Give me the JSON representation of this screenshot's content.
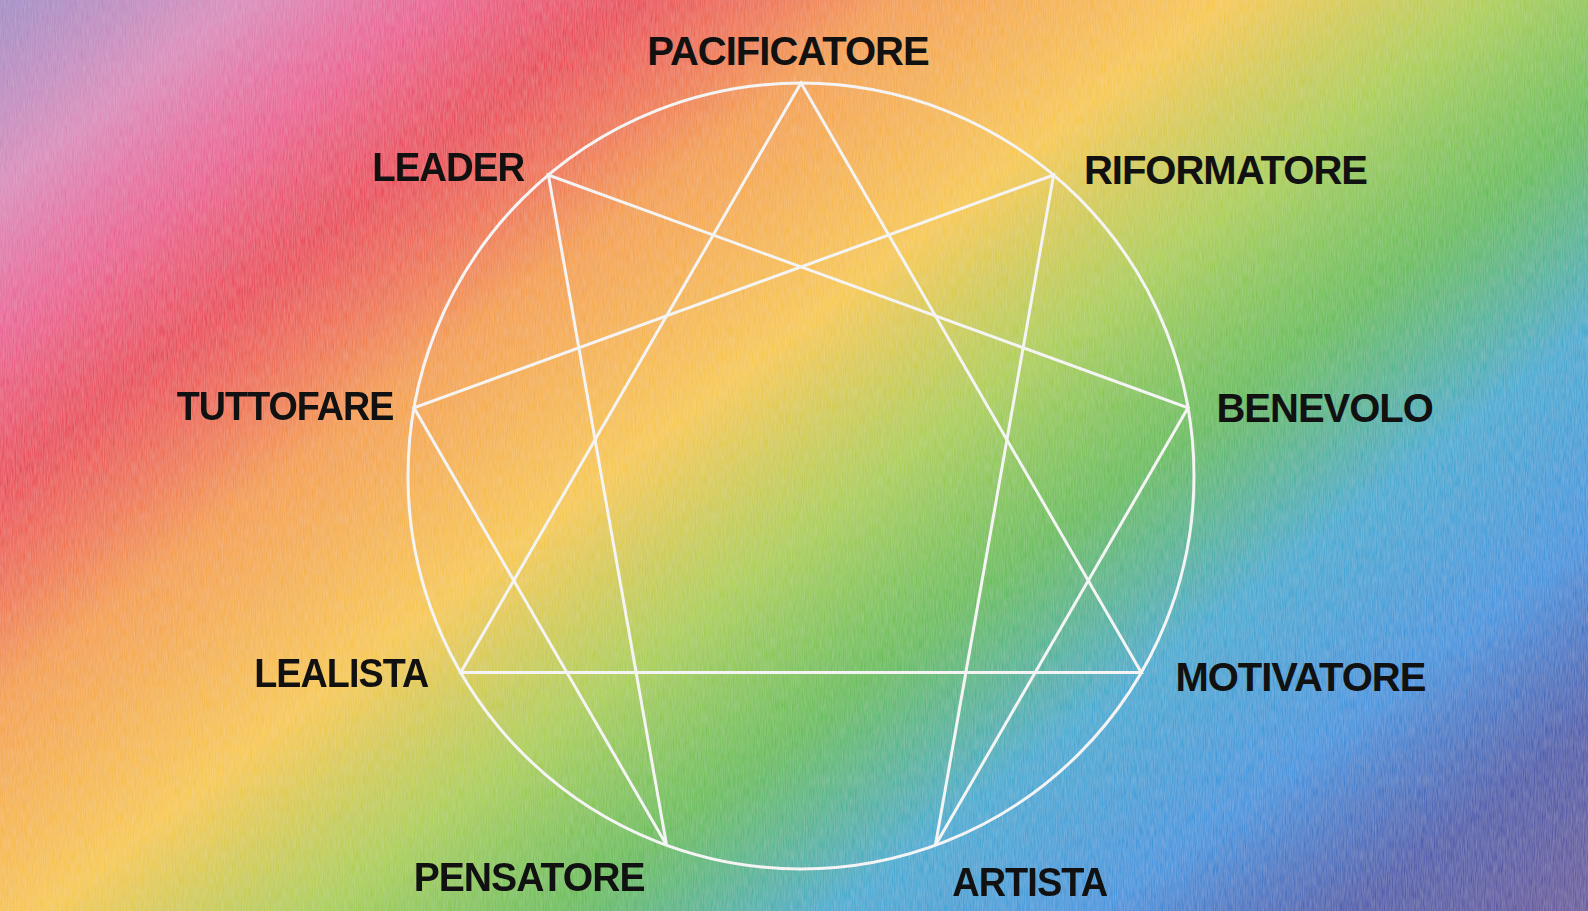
{
  "diagram": {
    "labels": [
      "PACIFICATORE",
      "LEADER",
      "RIFORMATORE",
      "TUTTOFARE",
      "BENEVOLO",
      "LEALISTA",
      "MOTIVATORE",
      "PENSATORE",
      "ARTISTA"
    ]
  }
}
